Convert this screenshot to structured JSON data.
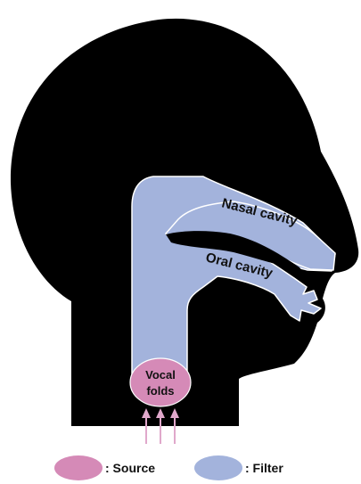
{
  "labels": {
    "nasal_cavity": "Nasal cavity",
    "oral_cavity": "Oral cavity",
    "vocal_folds_line1": "Vocal",
    "vocal_folds_line2": "folds"
  },
  "legend": [
    {
      "label": ": Source",
      "color": "#d58ab7"
    },
    {
      "label": ": Filter",
      "color": "#a3b3dc"
    }
  ],
  "colors": {
    "head": "#000000",
    "filter_tract": "#a3b3dc",
    "source": "#d58ab7",
    "arrows": "#e0a8cb"
  }
}
